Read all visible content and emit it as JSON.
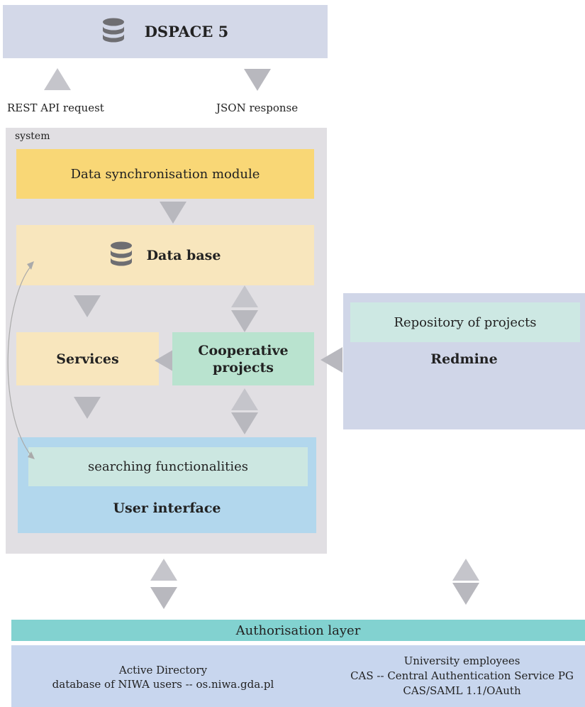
{
  "dspace": {
    "title": "DSPACE 5"
  },
  "labels": {
    "rest": "REST API request",
    "json": "JSON response"
  },
  "system": {
    "label": "system",
    "sync": "Data synchronisation module",
    "database": "Data base",
    "services": "Services",
    "coop": "Cooperative projects",
    "search": "searching functionalities",
    "ui": "User interface"
  },
  "redmine": {
    "repo": "Repository of projects",
    "title": "Redmine"
  },
  "auth": {
    "layer": "Authorisation layer",
    "ad_line1": "Active Directory",
    "ad_line2": "database of NIWA users -- os.niwa.gda.pl",
    "univ_line1": "University employees",
    "univ_line2": "CAS -- Central Authentication Service PG",
    "univ_line3": "CAS/SAML 1.1/OAuth"
  },
  "colors": {
    "dspace_bg": "#d3d8e8",
    "system_bg": "#e1dfe3",
    "sync_bg": "#f9d776",
    "db_bg": "#f8e6bd",
    "services_bg": "#f8e6bd",
    "coop_bg": "#b9e3cf",
    "ui_bg": "#b2d7ed",
    "search_bg": "#cce7e1",
    "redmine_bg": "#d0d6e8",
    "repo_bg": "#cde8e3",
    "auth_bg": "#82d2d0",
    "lower_bg": "#c8d6ee"
  }
}
